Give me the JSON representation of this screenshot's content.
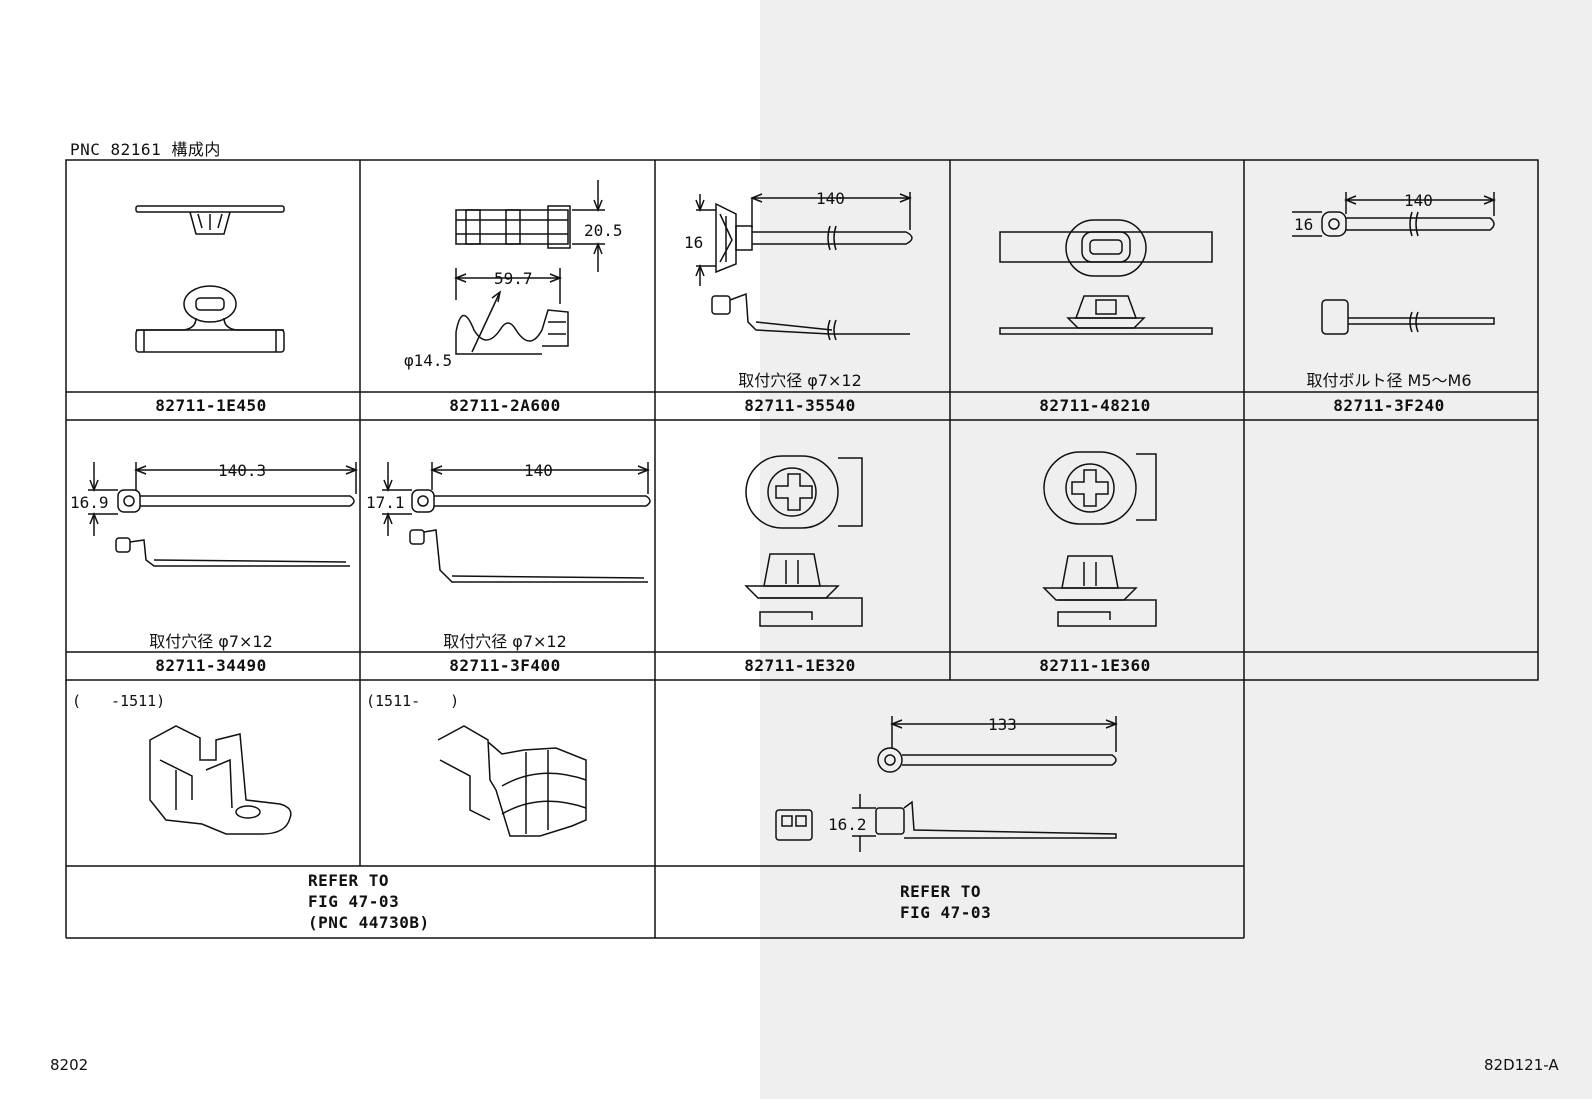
{
  "header": "PNC 82161 構成内",
  "cells": [
    {
      "part_no": "82711-1E450",
      "note": ""
    },
    {
      "part_no": "82711-2A600",
      "note": ""
    },
    {
      "part_no": "82711-35540",
      "note": "取付穴径 φ7×12"
    },
    {
      "part_no": "82711-48210",
      "note": ""
    },
    {
      "part_no": "82711-3F240",
      "note": "取付ボルト径 M5～M6"
    },
    {
      "part_no": "82711-34490",
      "note": "取付穴径 φ7×12"
    },
    {
      "part_no": "82711-3F400",
      "note": "取付穴径 φ7×12"
    },
    {
      "part_no": "82711-1E320",
      "note": ""
    },
    {
      "part_no": "82711-1E360",
      "note": ""
    }
  ],
  "dims": {
    "d_20_5": "20.5",
    "d_59_7": "59.7",
    "d_14_5": "φ14.5",
    "d_140_a": "140",
    "d_16_a": "16",
    "d_140_b": "140",
    "d_16_b": "16",
    "d_140_3": "140.3",
    "d_16_9": "16.9",
    "d_140_c": "140",
    "d_17_1": "17.1",
    "d_133": "133",
    "d_16_2": "16.2"
  },
  "ranges": {
    "left": "(　　-1511)",
    "right": "(1511-　　)"
  },
  "refers": {
    "left": [
      "REFER TO",
      "FIG 47-03",
      "(PNC 44730B)"
    ],
    "right": [
      "REFER TO",
      "FIG 47-03"
    ]
  },
  "footer": {
    "left": "8202",
    "right": "82D121-A"
  }
}
